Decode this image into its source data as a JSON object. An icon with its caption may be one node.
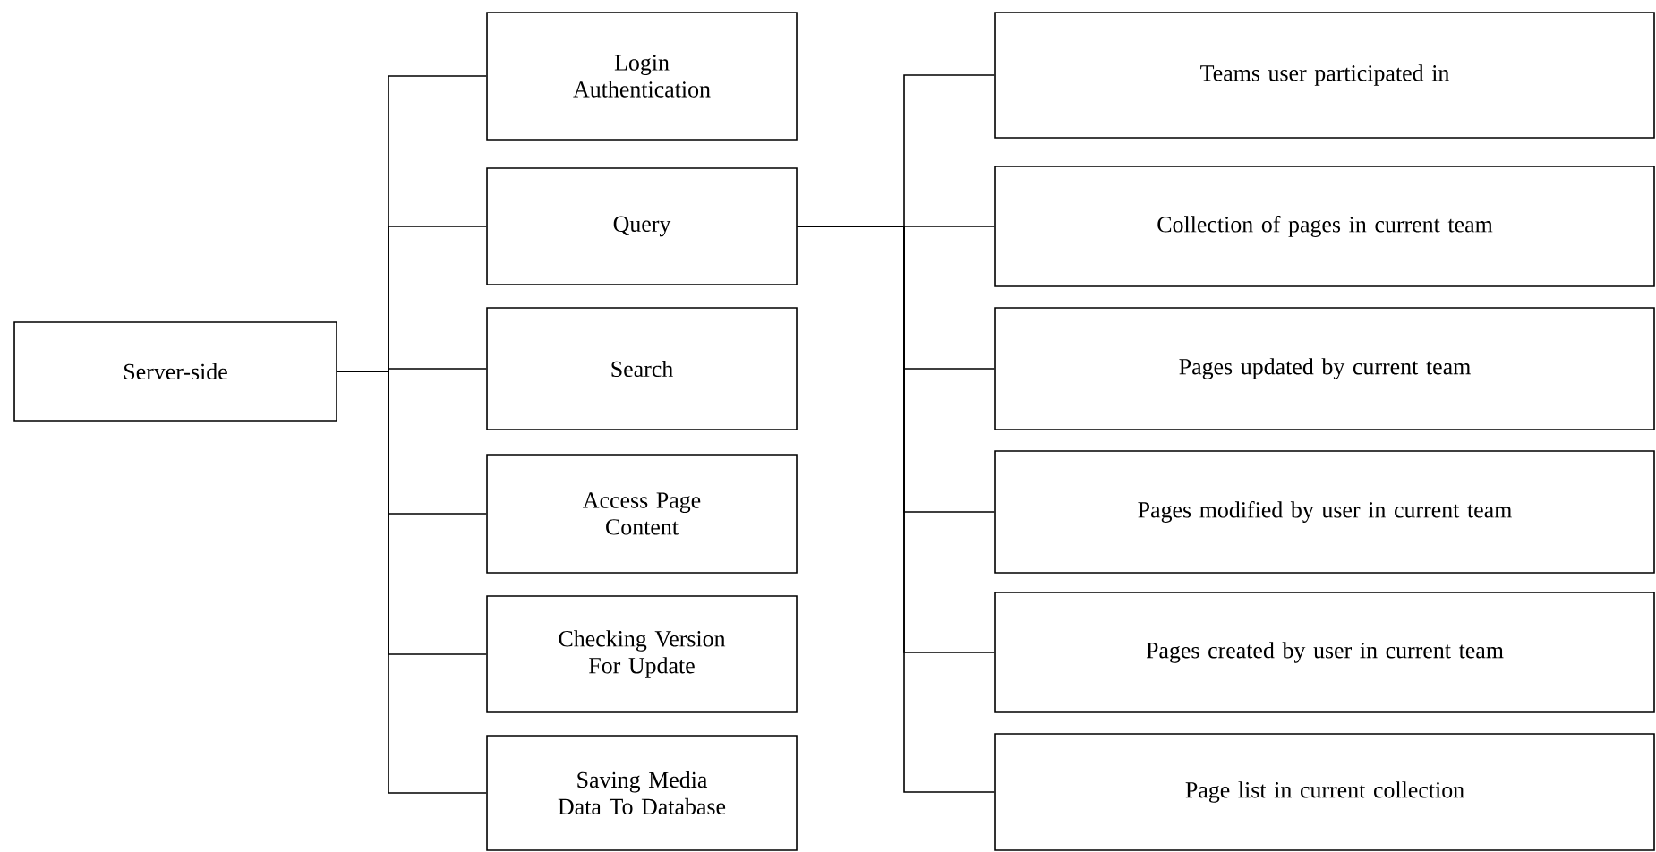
{
  "diagram": {
    "nodes": [
      {
        "text": [
          "Server-side"
        ]
      },
      {
        "text": [
          "Login Authentication"
        ]
      },
      {
        "text": [
          "Query"
        ]
      },
      {
        "text": [
          "Search"
        ]
      },
      {
        "text": [
          "Access Page Content"
        ]
      },
      {
        "text": [
          "Checking Version For Update"
        ]
      },
      {
        "text": [
          "Saving Media Data To Database"
        ]
      },
      {
        "text": [
          "Teams user participated in"
        ]
      },
      {
        "text": [
          "Collection of pages in current team"
        ]
      },
      {
        "text": [
          "Pages updated by current team"
        ]
      },
      {
        "text": [
          "Pages modified by user in current team"
        ]
      },
      {
        "text": [
          "Pages created by user in current team"
        ]
      },
      {
        "text": [
          "Page list in current collection"
        ]
      }
    ],
    "edges": [
      {
        "from": 0,
        "to": 1,
        "arrow": "none"
      },
      {
        "from": 0,
        "to": 2,
        "arrow": "none"
      },
      {
        "from": 0,
        "to": 3,
        "arrow": "none"
      },
      {
        "from": 0,
        "to": 4,
        "arrow": "none"
      },
      {
        "from": 0,
        "to": 5,
        "arrow": "none"
      },
      {
        "from": 0,
        "to": 6,
        "arrow": "none"
      },
      {
        "from": 2,
        "to": 7,
        "arrow": "none"
      },
      {
        "from": 2,
        "to": 8,
        "arrow": "none"
      },
      {
        "from": 2,
        "to": 9,
        "arrow": "none"
      },
      {
        "from": 2,
        "to": 10,
        "arrow": "none"
      },
      {
        "from": 2,
        "to": 11,
        "arrow": "none"
      },
      {
        "from": 2,
        "to": 12,
        "arrow": "none"
      }
    ]
  }
}
